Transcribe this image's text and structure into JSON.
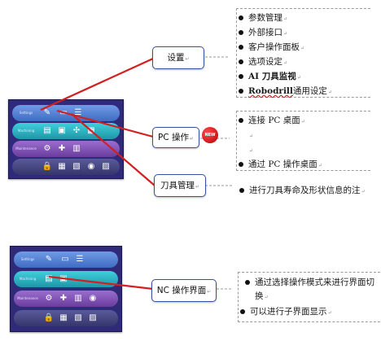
{
  "settings_list": [
    {
      "text": "参数管理"
    },
    {
      "text": "外部接口"
    },
    {
      "text": "客户操作面板"
    },
    {
      "text": "选项设定"
    },
    {
      "text": "AI 刀具监视"
    },
    {
      "text_bold": "Robodrill",
      "text_rest": "通用设定"
    }
  ],
  "callouts": {
    "settings": "设置",
    "pc_operation": "PC 操作",
    "tool_management": "刀具管理",
    "nc_screen": "NC 操作界面"
  },
  "badge": "NEW",
  "pc_list": [
    "连接 PC 桌面",
    "通过 PC 操作桌面"
  ],
  "tool_list": [
    "进行刀具寿命及形状信息的注"
  ],
  "nc_list": [
    "通过选择操作模式来进行界面切换",
    "可以进行子界面显示"
  ],
  "screen_labels": {
    "top": [
      "Settings",
      "Machining",
      "Maintenance",
      ""
    ],
    "bottom": [
      "Settings",
      "Machining",
      "Maintenance",
      ""
    ]
  },
  "colors": {
    "panel": "#2f2a7a",
    "row1": "#5a86d6",
    "row2": "#2fb9c8",
    "row3": "#7a4fb0",
    "row4": "#4a4a8a",
    "arrow": "#d21f1f",
    "callout_border": "#3b4fa0"
  }
}
